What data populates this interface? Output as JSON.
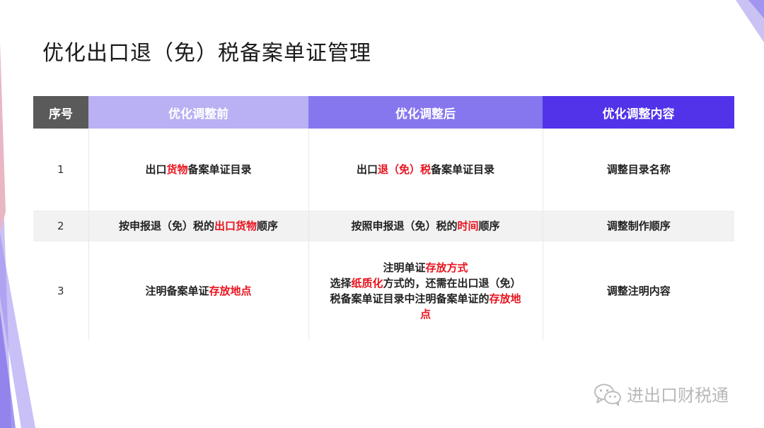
{
  "title": "优化出口退（免）税备案单证管理",
  "table": {
    "headers": [
      "序号",
      "优化调整前",
      "优化调整后",
      "优化调整内容"
    ],
    "rows": [
      {
        "num": "1",
        "before": [
          "出口",
          "货物",
          "备案单证目录"
        ],
        "after": [
          "出口",
          "退（免）税",
          "备案单证目录"
        ],
        "change": "调整目录名称"
      },
      {
        "num": "2",
        "before": [
          "按申报退（免）税的",
          "出口货物",
          "顺序"
        ],
        "after": [
          "按照申报退（免）税的",
          "时间",
          "顺序"
        ],
        "change": "调整制作顺序"
      },
      {
        "num": "3",
        "before": [
          "注明备案单证",
          "存放地点"
        ],
        "after": {
          "line1": [
            "注明单证",
            "存放方式"
          ],
          "line2": [
            "选择",
            "纸质化",
            "方式的，还需在出口退（免）税备案单证目录中注明备案单证的",
            "存放地点"
          ]
        },
        "change": "调整注明内容"
      }
    ]
  },
  "watermark": "进出口财税通",
  "colors": {
    "header_col0": "#5a5a5a",
    "header_col1": "#b9b1f3",
    "header_col2": "#8677ef",
    "header_col3": "#5233ea",
    "highlight": "#e8141e"
  }
}
